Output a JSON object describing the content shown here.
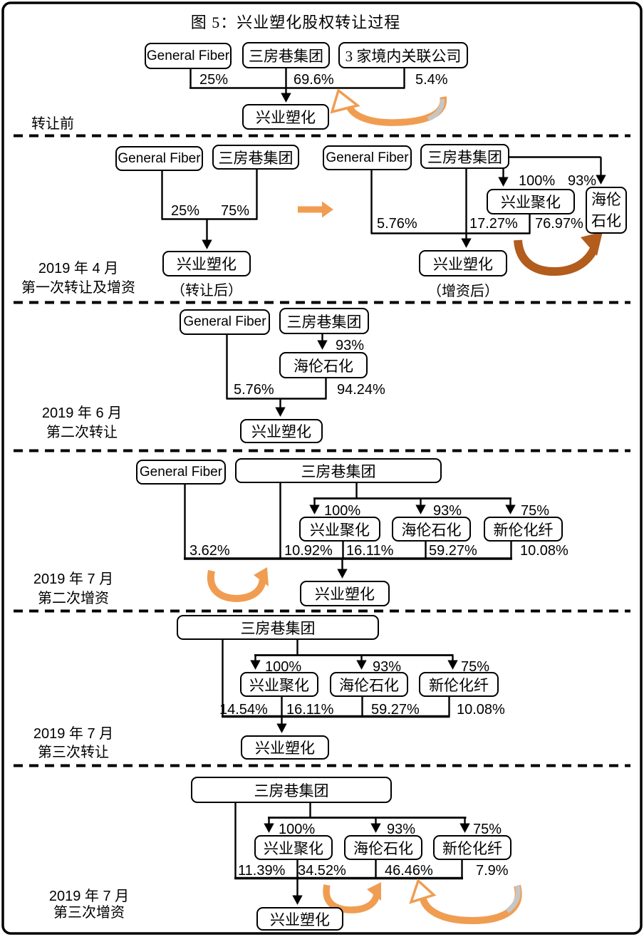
{
  "figure_title": "图 5：兴业塑化股权转让过程",
  "colors": {
    "line": "#000000",
    "arrow_orange": "#F09D52",
    "arrow_dark_orange": "#B25C1D",
    "arrow_gray": "#C6C6C6"
  },
  "stage1": {
    "phase_label": "转让前",
    "general_fiber": "General Fiber",
    "sanfangxiang": "三房巷集团",
    "related": "3 家境内关联公司",
    "p_general_fiber": "25%",
    "p_sanfangxiang": "69.6%",
    "p_related": "5.4%",
    "target": "兴业塑化"
  },
  "stage2": {
    "date_label": "2019 年 4 月",
    "phase_label": "第一次转让及增资",
    "left": {
      "general_fiber": "General Fiber",
      "sanfangxiang": "三房巷集团",
      "p_general_fiber": "25%",
      "p_sanfangxiang": "75%",
      "target": "兴业塑化",
      "note": "（转让后）"
    },
    "right": {
      "general_fiber": "General Fiber",
      "sanfangxiang": "三房巷集团",
      "xingye_juhua": "兴业聚化",
      "hailun_line1": "海伦",
      "hailun_line2": "石化",
      "p_juhua_own": "100%",
      "p_hailun_own": "93%",
      "p_general_fiber": "5.76%",
      "p_sanfangxiang": "17.27%",
      "p_juhua": "76.97%",
      "target": "兴业塑化",
      "note": "（增资后）"
    }
  },
  "stage3": {
    "date_label": "2019 年 6 月",
    "phase_label": "第二次转让",
    "general_fiber": "General Fiber",
    "sanfangxiang": "三房巷集团",
    "hailun": "海伦石化",
    "p_hailun_own": "93%",
    "p_general_fiber": "5.76%",
    "p_hailun": "94.24%",
    "target": "兴业塑化"
  },
  "stage4": {
    "date_label": "2019 年 7 月",
    "phase_label": "第二次增资",
    "general_fiber": "General Fiber",
    "sanfangxiang": "三房巷集团",
    "xingye_juhua": "兴业聚化",
    "hailun": "海伦石化",
    "xinlun": "新伦化纤",
    "p_juhua_own": "100%",
    "p_hailun_own": "93%",
    "p_xinlun_own": "75%",
    "p_general_fiber": "3.62%",
    "p_sanfangxiang": "10.92%",
    "p_juhua": "16.11%",
    "p_hailun": "59.27%",
    "p_xinlun": "10.08%",
    "target": "兴业塑化"
  },
  "stage5": {
    "date_label": "2019 年 7 月",
    "phase_label": "第三次转让",
    "sanfangxiang": "三房巷集团",
    "xingye_juhua": "兴业聚化",
    "hailun": "海伦石化",
    "xinlun": "新伦化纤",
    "p_juhua_own": "100%",
    "p_hailun_own": "93%",
    "p_xinlun_own": "75%",
    "p_sanfangxiang": "14.54%",
    "p_juhua": "16.11%",
    "p_hailun": "59.27%",
    "p_xinlun": "10.08%",
    "target": "兴业塑化"
  },
  "stage6": {
    "date_label": "2019 年 7 月",
    "phase_label": "第三次增资",
    "sanfangxiang": "三房巷集团",
    "xingye_juhua": "兴业聚化",
    "hailun": "海伦石化",
    "xinlun": "新伦化纤",
    "p_juhua_own": "100%",
    "p_hailun_own": "93%",
    "p_xinlun_own": "75%",
    "p_sanfangxiang": "11.39%",
    "p_juhua": "34.52%",
    "p_hailun": "46.46%",
    "p_xinlun": "7.9%",
    "target": "兴业塑化"
  }
}
